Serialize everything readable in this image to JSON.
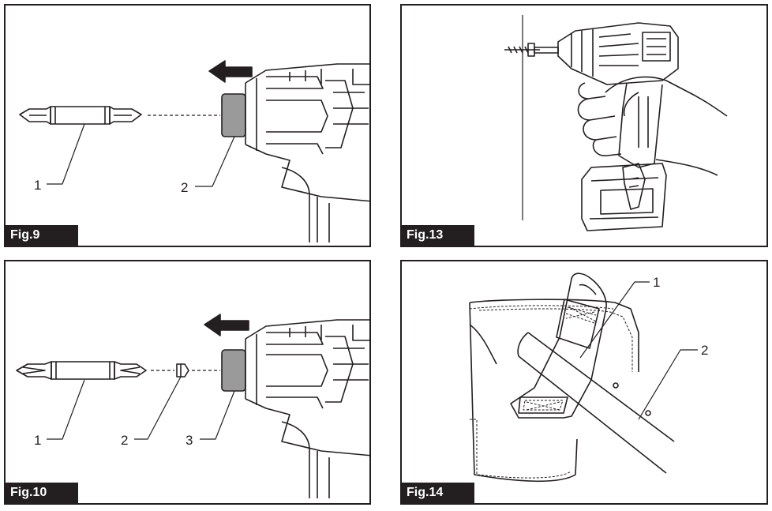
{
  "figures": [
    {
      "label": "Fig.9",
      "callouts": [
        "1",
        "2"
      ]
    },
    {
      "label": "Fig.13",
      "callouts": []
    },
    {
      "label": "Fig.10",
      "callouts": [
        "1",
        "2",
        "3"
      ]
    },
    {
      "label": "Fig.14",
      "callouts": [
        "1",
        "2"
      ]
    }
  ],
  "colors": {
    "ink": "#231f20",
    "sleeve": "#9a9a9a",
    "paper": "#ffffff"
  }
}
